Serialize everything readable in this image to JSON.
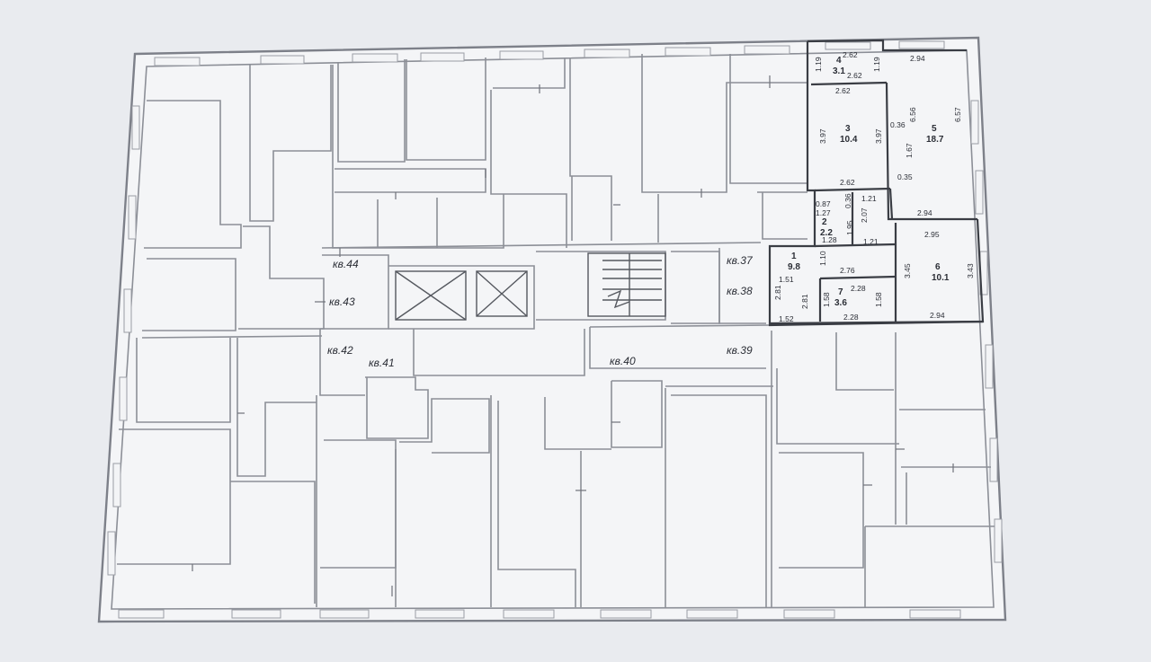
{
  "apartments": [
    {
      "id": "kv44",
      "label": "кв.44"
    },
    {
      "id": "kv43",
      "label": "кв.43"
    },
    {
      "id": "kv42",
      "label": "кв.42"
    },
    {
      "id": "kv41",
      "label": "кв.41"
    },
    {
      "id": "kv40",
      "label": "кв.40"
    },
    {
      "id": "kv39",
      "label": "кв.39"
    },
    {
      "id": "kv38",
      "label": "кв.38"
    },
    {
      "id": "kv37",
      "label": "кв.37"
    }
  ],
  "rooms": [
    {
      "id": "r1",
      "number": "1",
      "area": "9.8"
    },
    {
      "id": "r2",
      "number": "2",
      "area": "2.2"
    },
    {
      "id": "r3",
      "number": "3",
      "area": "10.4"
    },
    {
      "id": "r4",
      "number": "4",
      "area": "3.1"
    },
    {
      "id": "r5",
      "number": "5",
      "area": "18.7"
    },
    {
      "id": "r6",
      "number": "6",
      "area": "10.1"
    },
    {
      "id": "r7",
      "number": "7",
      "area": "3.6"
    }
  ],
  "dimensions": {
    "r4_top": "2.62",
    "r4_bottom": "2.62",
    "r4_left": "1.19",
    "r4_right": "1.19",
    "r3_top": "2.62",
    "r3_bottom": "2.62",
    "r3_left": "3.97",
    "r3_right": "3.97",
    "r5_top": "2.94",
    "r5_bottom": "2.94",
    "r5_left_a": "6.56",
    "r5_right": "6.57",
    "r5_left_b": "1.67",
    "r5_a": "0.36",
    "r5_b": "0.35",
    "r2_a": "0.87",
    "r2_b": "1.27",
    "r2_c": "0.36",
    "r2_d": "2.07",
    "r2_e": "1.95",
    "r2_bottom": "1.28",
    "r2_f": "1.21",
    "r2_g": "1.21",
    "r6_top": "2.95",
    "r6_bottom": "2.94",
    "r6_left": "3.45",
    "r6_right": "3.43",
    "r1_a": "1.10",
    "r1_b": "1.51",
    "r1_c": "2.76",
    "r1_left": "2.81",
    "r1_inner": "2.81",
    "r1_bottom": "1.52",
    "r7_top": "2.28",
    "r7_bottom": "2.28",
    "r7_left": "1.58",
    "r7_right": "1.58"
  }
}
